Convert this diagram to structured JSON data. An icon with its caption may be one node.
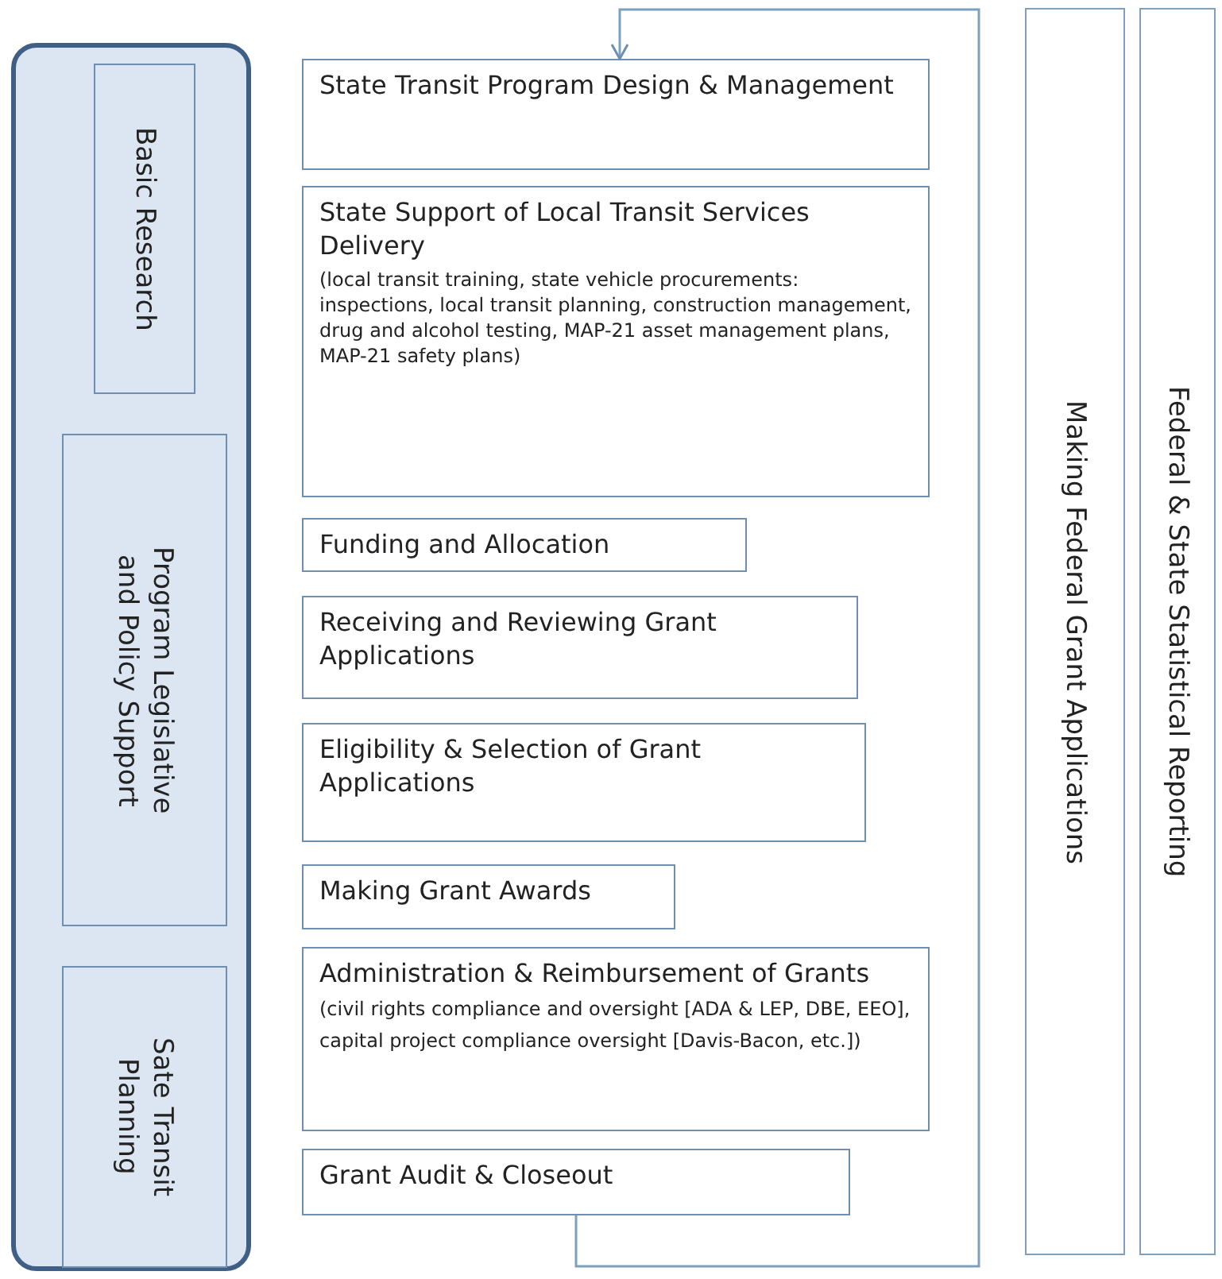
{
  "diagram": {
    "nodes": [
      {
        "text": [],
        "shape": "box"
      },
      {
        "text": [
          "Basic Research"
        ],
        "in": 0
      },
      {
        "text": [
          "Program Legislative and Policy Support"
        ],
        "in": 0
      },
      {
        "text": [
          "Sate Transit Planning"
        ],
        "in": 0
      },
      {
        "text": [
          "State Transit Program Design & Management"
        ]
      },
      {
        "text": [
          "State Support of Local Transit Services Delivery",
          "(local transit training, state vehicle procurements: inspections, local transit planning, construction management, drug and alcohol testing, MAP-21 asset management plans, MAP-21 safety plans)"
        ]
      },
      {
        "text": [
          "Funding and Allocation"
        ]
      },
      {
        "text": [
          "Receiving and Reviewing Grant Applications"
        ]
      },
      {
        "text": [
          "Eligibility  & Selection of Grant Applications"
        ]
      },
      {
        "text": [
          "Making Grant Awards"
        ]
      },
      {
        "text": [
          "Administration & Reimbursement of Grants",
          "(civil rights compliance and oversight [ADA & LEP, DBE, EEO], capital project compliance oversight [Davis-Bacon, etc.])"
        ]
      },
      {
        "text": [
          "Grant Audit & Closeout"
        ]
      },
      {
        "text": [
          "Making Federal Grant Applications"
        ]
      },
      {
        "text": [
          "Federal & State Statistical Reporting"
        ]
      }
    ],
    "edges": [
      {
        "from": 11,
        "to": 4,
        "arrow": "to"
      }
    ]
  }
}
